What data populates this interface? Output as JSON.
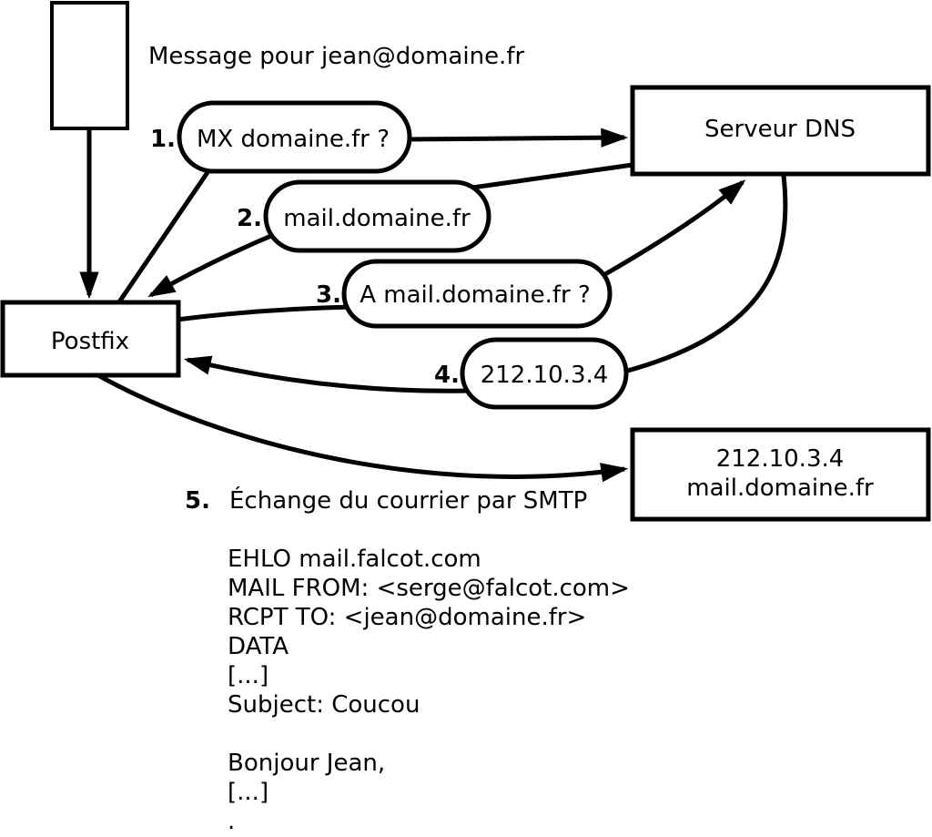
{
  "colors": {
    "ink": "#000000",
    "background": "#ffffff"
  },
  "message_note": "Message pour jean@domaine.fr",
  "nodes": {
    "postfix": {
      "label": "Postfix"
    },
    "dns": {
      "label": "Serveur DNS"
    },
    "mailserver": {
      "line1": "212.10.3.4",
      "line2": "mail.domaine.fr"
    }
  },
  "steps": [
    {
      "num": "1.",
      "label": "MX domaine.fr ?"
    },
    {
      "num": "2.",
      "label": "mail.domaine.fr"
    },
    {
      "num": "3.",
      "label": "A mail.domaine.fr ?"
    },
    {
      "num": "4.",
      "label": "212.10.3.4"
    },
    {
      "num": "5.",
      "label": "Échange du courrier par SMTP"
    }
  ],
  "smtp_session": {
    "lines": [
      "EHLO mail.falcot.com",
      "MAIL FROM: <serge@falcot.com>",
      "RCPT TO: <jean@domaine.fr>",
      "DATA",
      "[...]",
      "Subject: Coucou",
      "Bonjour Jean,",
      "[...]",
      "."
    ]
  }
}
